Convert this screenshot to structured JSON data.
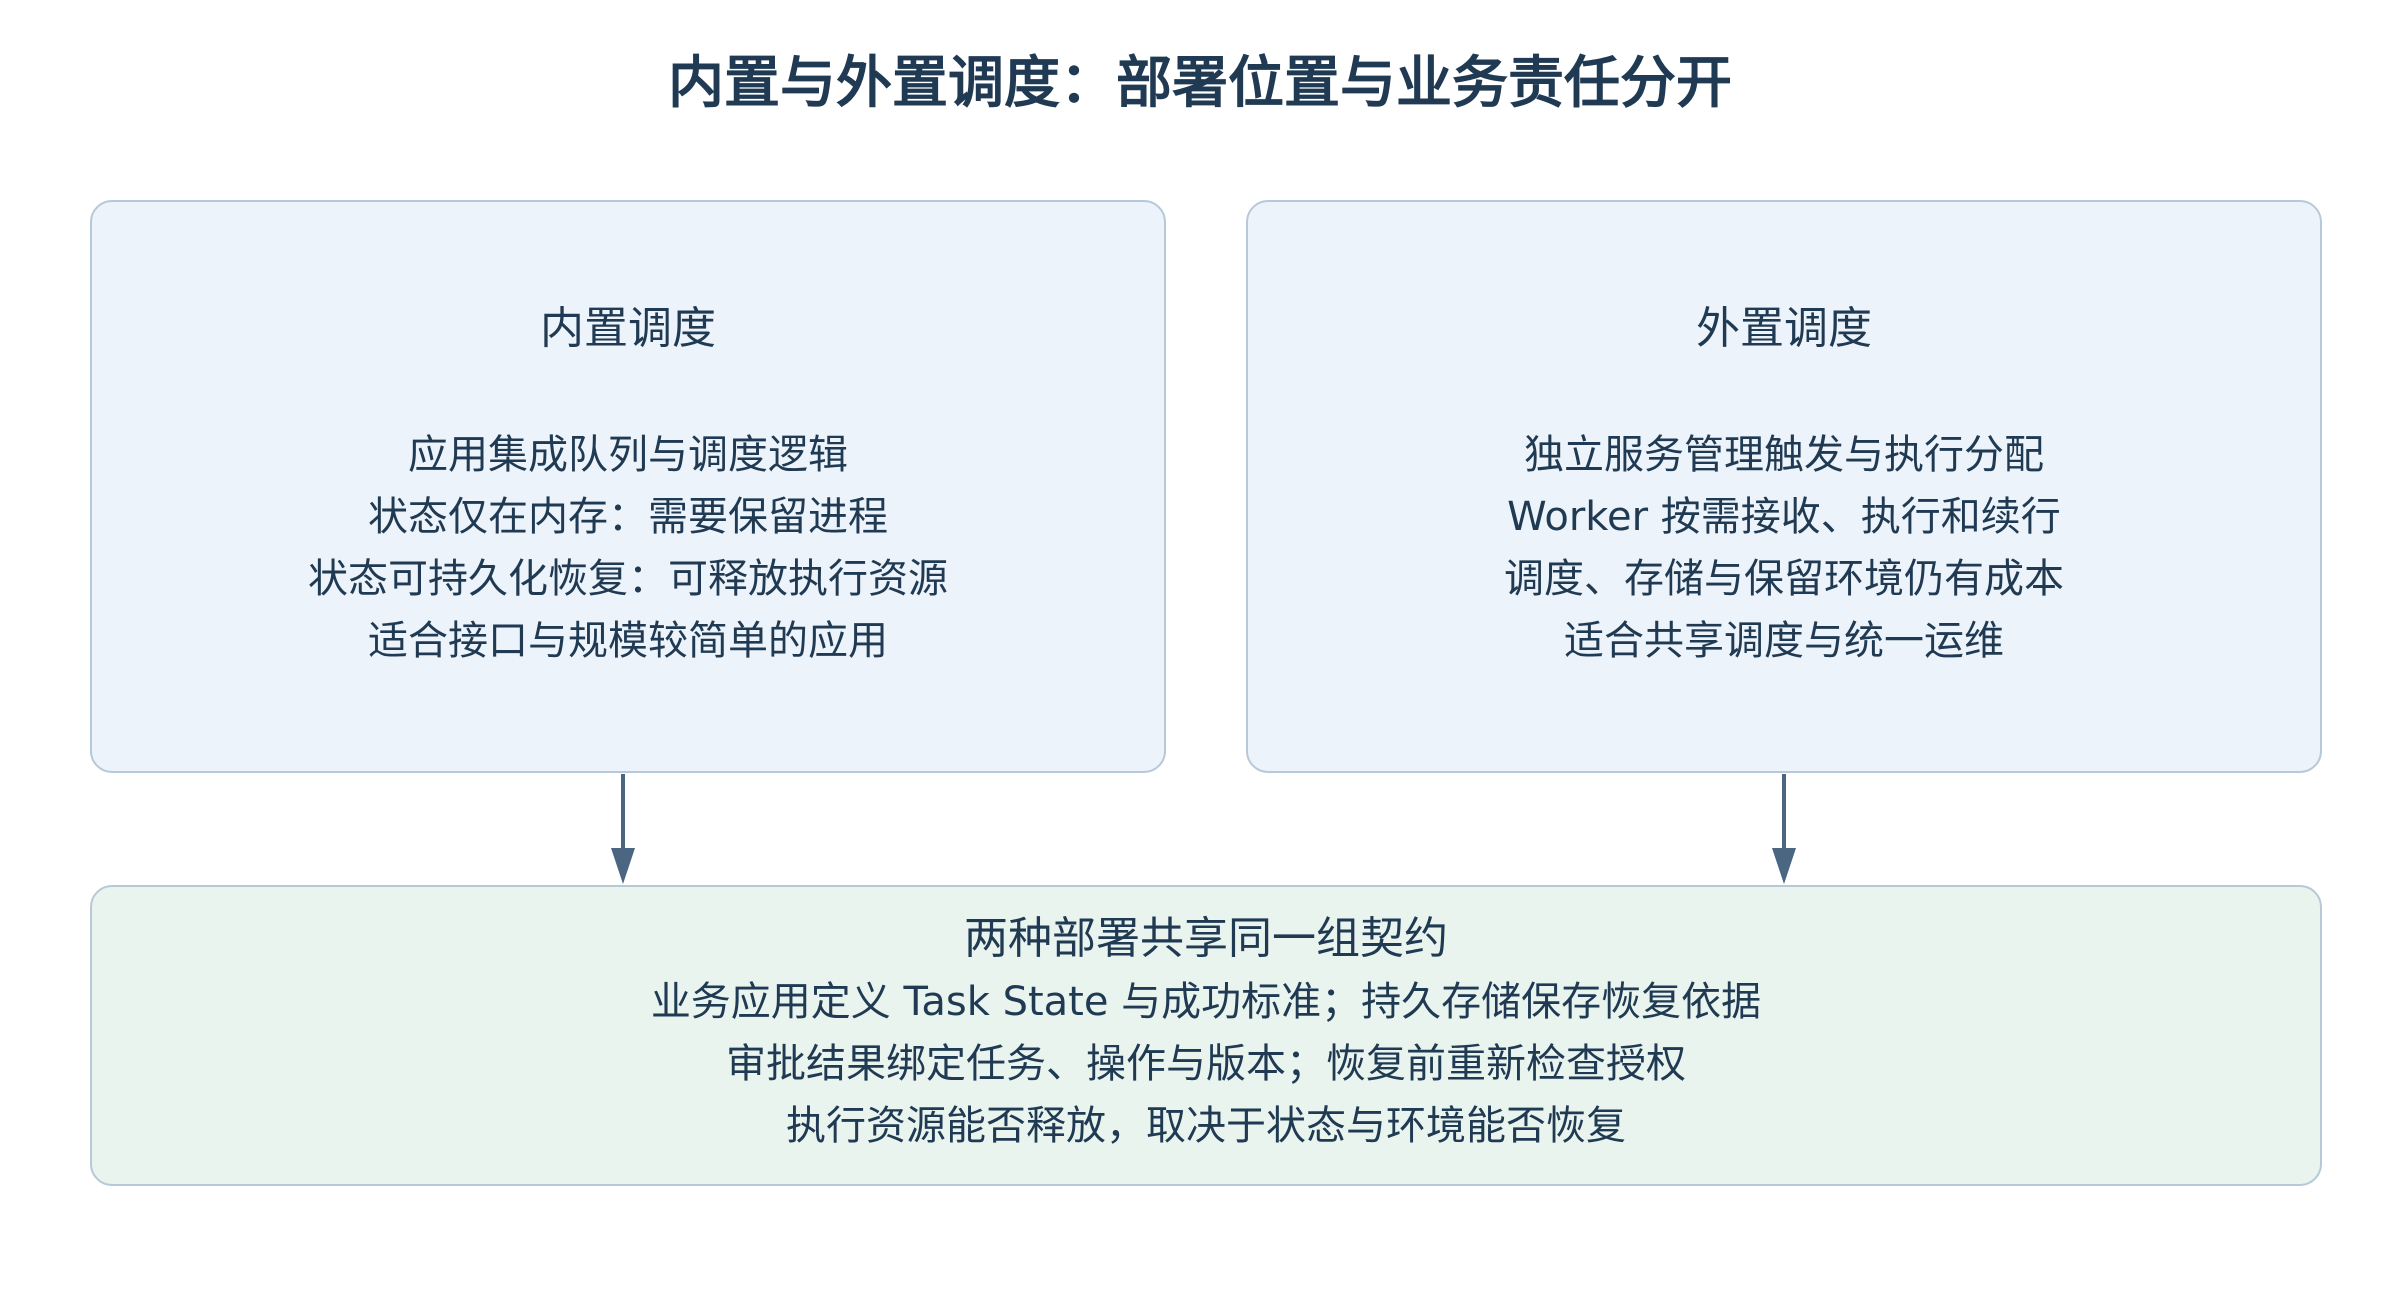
{
  "title": "内置与外置调度：部署位置与业务责任分开",
  "left_box": {
    "title": "内置调度",
    "lines": [
      "应用集成队列与调度逻辑",
      "状态仅在内存：需要保留进程",
      "状态可持久化恢复：可释放执行资源",
      "适合接口与规模较简单的应用"
    ]
  },
  "right_box": {
    "title": "外置调度",
    "lines": [
      "独立服务管理触发与执行分配",
      "Worker 按需接收、执行和续行",
      "调度、存储与保留环境仍有成本",
      "适合共享调度与统一运维"
    ]
  },
  "bottom_box": {
    "title": "两种部署共享同一组契约",
    "lines": [
      "业务应用定义 Task State 与成功标准；持久存储保存恢复依据",
      "审批结果绑定任务、操作与版本；恢复前重新检查授权",
      "执行资源能否释放，取决于状态与环境能否恢复"
    ]
  },
  "colors": {
    "text": "#1f3a52",
    "top_box_fill": "#ecf3fa",
    "bottom_box_fill": "#eaf4ef",
    "border": "#b7c8d8",
    "arrow": "#4a6680"
  }
}
